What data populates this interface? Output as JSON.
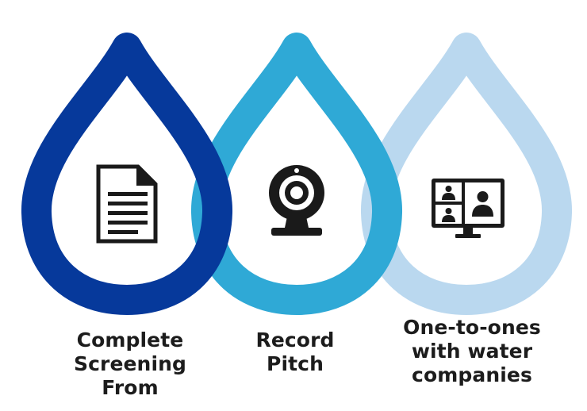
{
  "colors": {
    "drop_1": "#06399b",
    "drop_2": "#2fa9d6",
    "drop_3": "#bad8ef",
    "icon": "#1a1a1a",
    "text": "#1c1c1c"
  },
  "steps": [
    {
      "icon": "document-icon",
      "label_lines": [
        "Complete",
        "Screening From"
      ]
    },
    {
      "icon": "webcam-icon",
      "label_lines": [
        "Record",
        "Pitch"
      ]
    },
    {
      "icon": "video-call-monitor-icon",
      "label_lines": [
        "One-to-ones",
        "with water",
        "companies"
      ]
    }
  ]
}
